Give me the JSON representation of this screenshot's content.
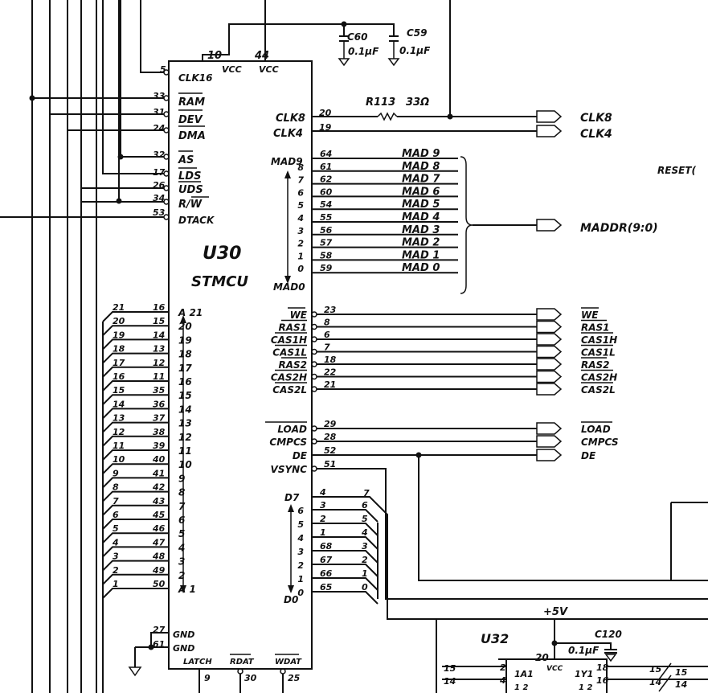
{
  "u30": {
    "ref": "U30",
    "name": "STMCU",
    "top_pins": [
      {
        "num": "10",
        "name": "VCC"
      },
      {
        "num": "44",
        "name": "VCC"
      }
    ],
    "left_pins": [
      {
        "num": "5",
        "name": "CLK16"
      },
      {
        "num": "33",
        "name": "RAM"
      },
      {
        "num": "31",
        "name": "DEV"
      },
      {
        "num": "24",
        "name": "DMA"
      },
      {
        "num": "32",
        "name": "AS"
      },
      {
        "num": "17",
        "name": "LDS"
      },
      {
        "num": "26",
        "name": "UDS"
      },
      {
        "num": "34",
        "name": "R/W"
      },
      {
        "num": "53",
        "name": "DTACK"
      }
    ],
    "address_pins": [
      {
        "net": "21",
        "pin": "16",
        "bit": "21"
      },
      {
        "net": "20",
        "pin": "15",
        "bit": "20"
      },
      {
        "net": "19",
        "pin": "14",
        "bit": "19"
      },
      {
        "net": "18",
        "pin": "13",
        "bit": "18"
      },
      {
        "net": "17",
        "pin": "12",
        "bit": "17"
      },
      {
        "net": "16",
        "pin": "11",
        "bit": "16"
      },
      {
        "net": "15",
        "pin": "35",
        "bit": "15"
      },
      {
        "net": "14",
        "pin": "36",
        "bit": "14"
      },
      {
        "net": "13",
        "pin": "37",
        "bit": "13"
      },
      {
        "net": "12",
        "pin": "38",
        "bit": "12"
      },
      {
        "net": "11",
        "pin": "39",
        "bit": "11"
      },
      {
        "net": "10",
        "pin": "40",
        "bit": "10"
      },
      {
        "net": "9",
        "pin": "41",
        "bit": "9"
      },
      {
        "net": "8",
        "pin": "42",
        "bit": "8"
      },
      {
        "net": "7",
        "pin": "43",
        "bit": "7"
      },
      {
        "net": "6",
        "pin": "45",
        "bit": "6"
      },
      {
        "net": "5",
        "pin": "46",
        "bit": "5"
      },
      {
        "net": "4",
        "pin": "47",
        "bit": "4"
      },
      {
        "net": "3",
        "pin": "48",
        "bit": "3"
      },
      {
        "net": "2",
        "pin": "49",
        "bit": "2"
      },
      {
        "net": "1",
        "pin": "50",
        "bit": "1"
      }
    ],
    "address_prefix": "A",
    "clock_pins": [
      {
        "name": "CLK8",
        "num": "20"
      },
      {
        "name": "CLK4",
        "num": "19"
      }
    ],
    "mad_top": "MAD9",
    "mad_bottom": "MAD0",
    "mad_pins": [
      {
        "bit": "9",
        "num": "64",
        "net": "MAD 9"
      },
      {
        "bit": "8",
        "num": "61",
        "net": "MAD 8"
      },
      {
        "bit": "7",
        "num": "62",
        "net": "MAD 7"
      },
      {
        "bit": "6",
        "num": "60",
        "net": "MAD 6"
      },
      {
        "bit": "5",
        "num": "54",
        "net": "MAD 5"
      },
      {
        "bit": "4",
        "num": "55",
        "net": "MAD 4"
      },
      {
        "bit": "3",
        "num": "56",
        "net": "MAD 3"
      },
      {
        "bit": "2",
        "num": "57",
        "net": "MAD 2"
      },
      {
        "bit": "1",
        "num": "58",
        "net": "MAD 1"
      },
      {
        "bit": "0",
        "num": "59",
        "net": "MAD 0"
      }
    ],
    "ctrl_pins": [
      {
        "name": "WE",
        "num": "23",
        "net": "WE"
      },
      {
        "name": "RAS1",
        "num": "8",
        "net": "RAS1"
      },
      {
        "name": "CAS1H",
        "num": "6",
        "net": "CAS1H"
      },
      {
        "name": "CAS1L",
        "num": "7",
        "net": "CAS1L"
      },
      {
        "name": "RAS2",
        "num": "18",
        "net": "RAS2"
      },
      {
        "name": "CAS2H",
        "num": "22",
        "net": "CAS2H"
      },
      {
        "name": "CAS2L",
        "num": "21",
        "net": "CAS2L"
      }
    ],
    "video_pins": [
      {
        "name": "LOAD",
        "num": "29",
        "net": "LOAD"
      },
      {
        "name": "CMPCS",
        "num": "28",
        "net": "CMPCS"
      },
      {
        "name": "DE",
        "num": "52",
        "net": "DE"
      },
      {
        "name": "VSYNC",
        "num": "51",
        "net": ""
      }
    ],
    "data_top": "D7",
    "data_bottom": "D0",
    "data_pins": [
      {
        "bit": "6",
        "num": "3",
        "net": "6"
      },
      {
        "bit": "5",
        "num": "2",
        "net": "5"
      },
      {
        "bit": "4",
        "num": "1",
        "net": "4"
      },
      {
        "bit": "3",
        "num": "68",
        "net": "3"
      },
      {
        "bit": "2",
        "num": "67",
        "net": "2"
      },
      {
        "bit": "1",
        "num": "66",
        "net": "1"
      },
      {
        "bit": "0",
        "num": "65",
        "net": "0"
      }
    ],
    "d7": {
      "num": "4",
      "net": "7"
    },
    "gnd_pins": [
      {
        "num": "27",
        "name": "GND"
      },
      {
        "num": "61",
        "name": "GND"
      }
    ],
    "bottom_pins": [
      {
        "name": "LATCH",
        "num": "9"
      },
      {
        "name": "RDAT",
        "num": "30"
      },
      {
        "name": "WDAT",
        "num": "25"
      }
    ]
  },
  "caps": [
    {
      "ref": "C60",
      "value": "0.1µF"
    },
    {
      "ref": "C59",
      "value": "0.1µF"
    }
  ],
  "resistor": {
    "ref": "R113",
    "value": "33Ω"
  },
  "clk_outputs": [
    "CLK8",
    "CLK4"
  ],
  "bus_output": "MADDR(9:0)",
  "reset_label": "RESET(",
  "supply_label": "+5V",
  "u32": {
    "ref": "U32",
    "vcc_pin": "20",
    "vcc_label": "VCC",
    "cap_ref": "C120",
    "cap_value": "0.1µF",
    "pin_labels": [
      "1A1",
      "1Y1"
    ],
    "pins_left": [
      {
        "net": "15",
        "num": "2"
      },
      {
        "net": "14",
        "num": "4"
      }
    ],
    "pins_right": [
      {
        "num": "18",
        "net": "15"
      },
      {
        "num": "16",
        "net": "14"
      }
    ],
    "far_nets": [
      "15",
      "14"
    ],
    "sub_pins": [
      "1 2",
      "1 2"
    ]
  }
}
